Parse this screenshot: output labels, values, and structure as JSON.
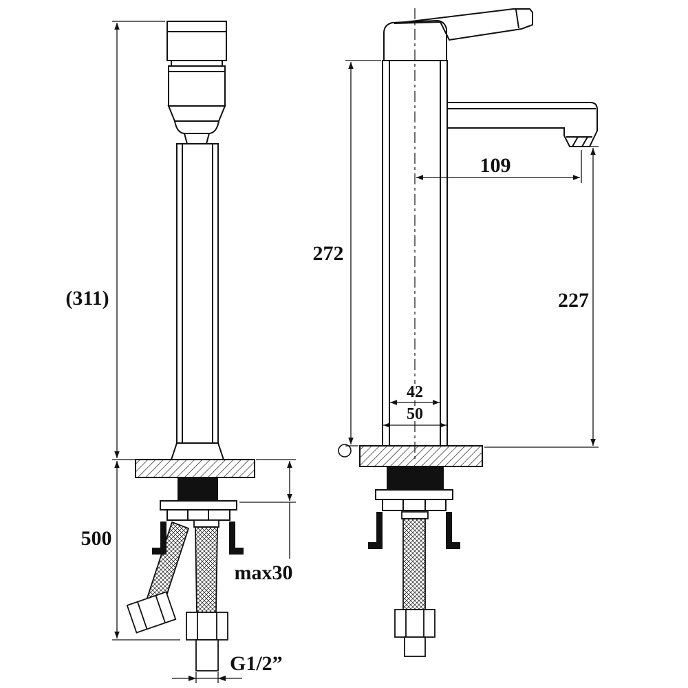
{
  "drawing": {
    "background": "#ffffff",
    "line_color": "#111111",
    "dimensions": {
      "overall_height": "(311)",
      "hose_length": "500",
      "max_counter_thickness": "max30",
      "thread_size": "G1/2”",
      "body_height": "272",
      "spout_reach": "109",
      "spout_height": "227",
      "body_inner_width": "42",
      "body_outer_width": "50"
    }
  }
}
